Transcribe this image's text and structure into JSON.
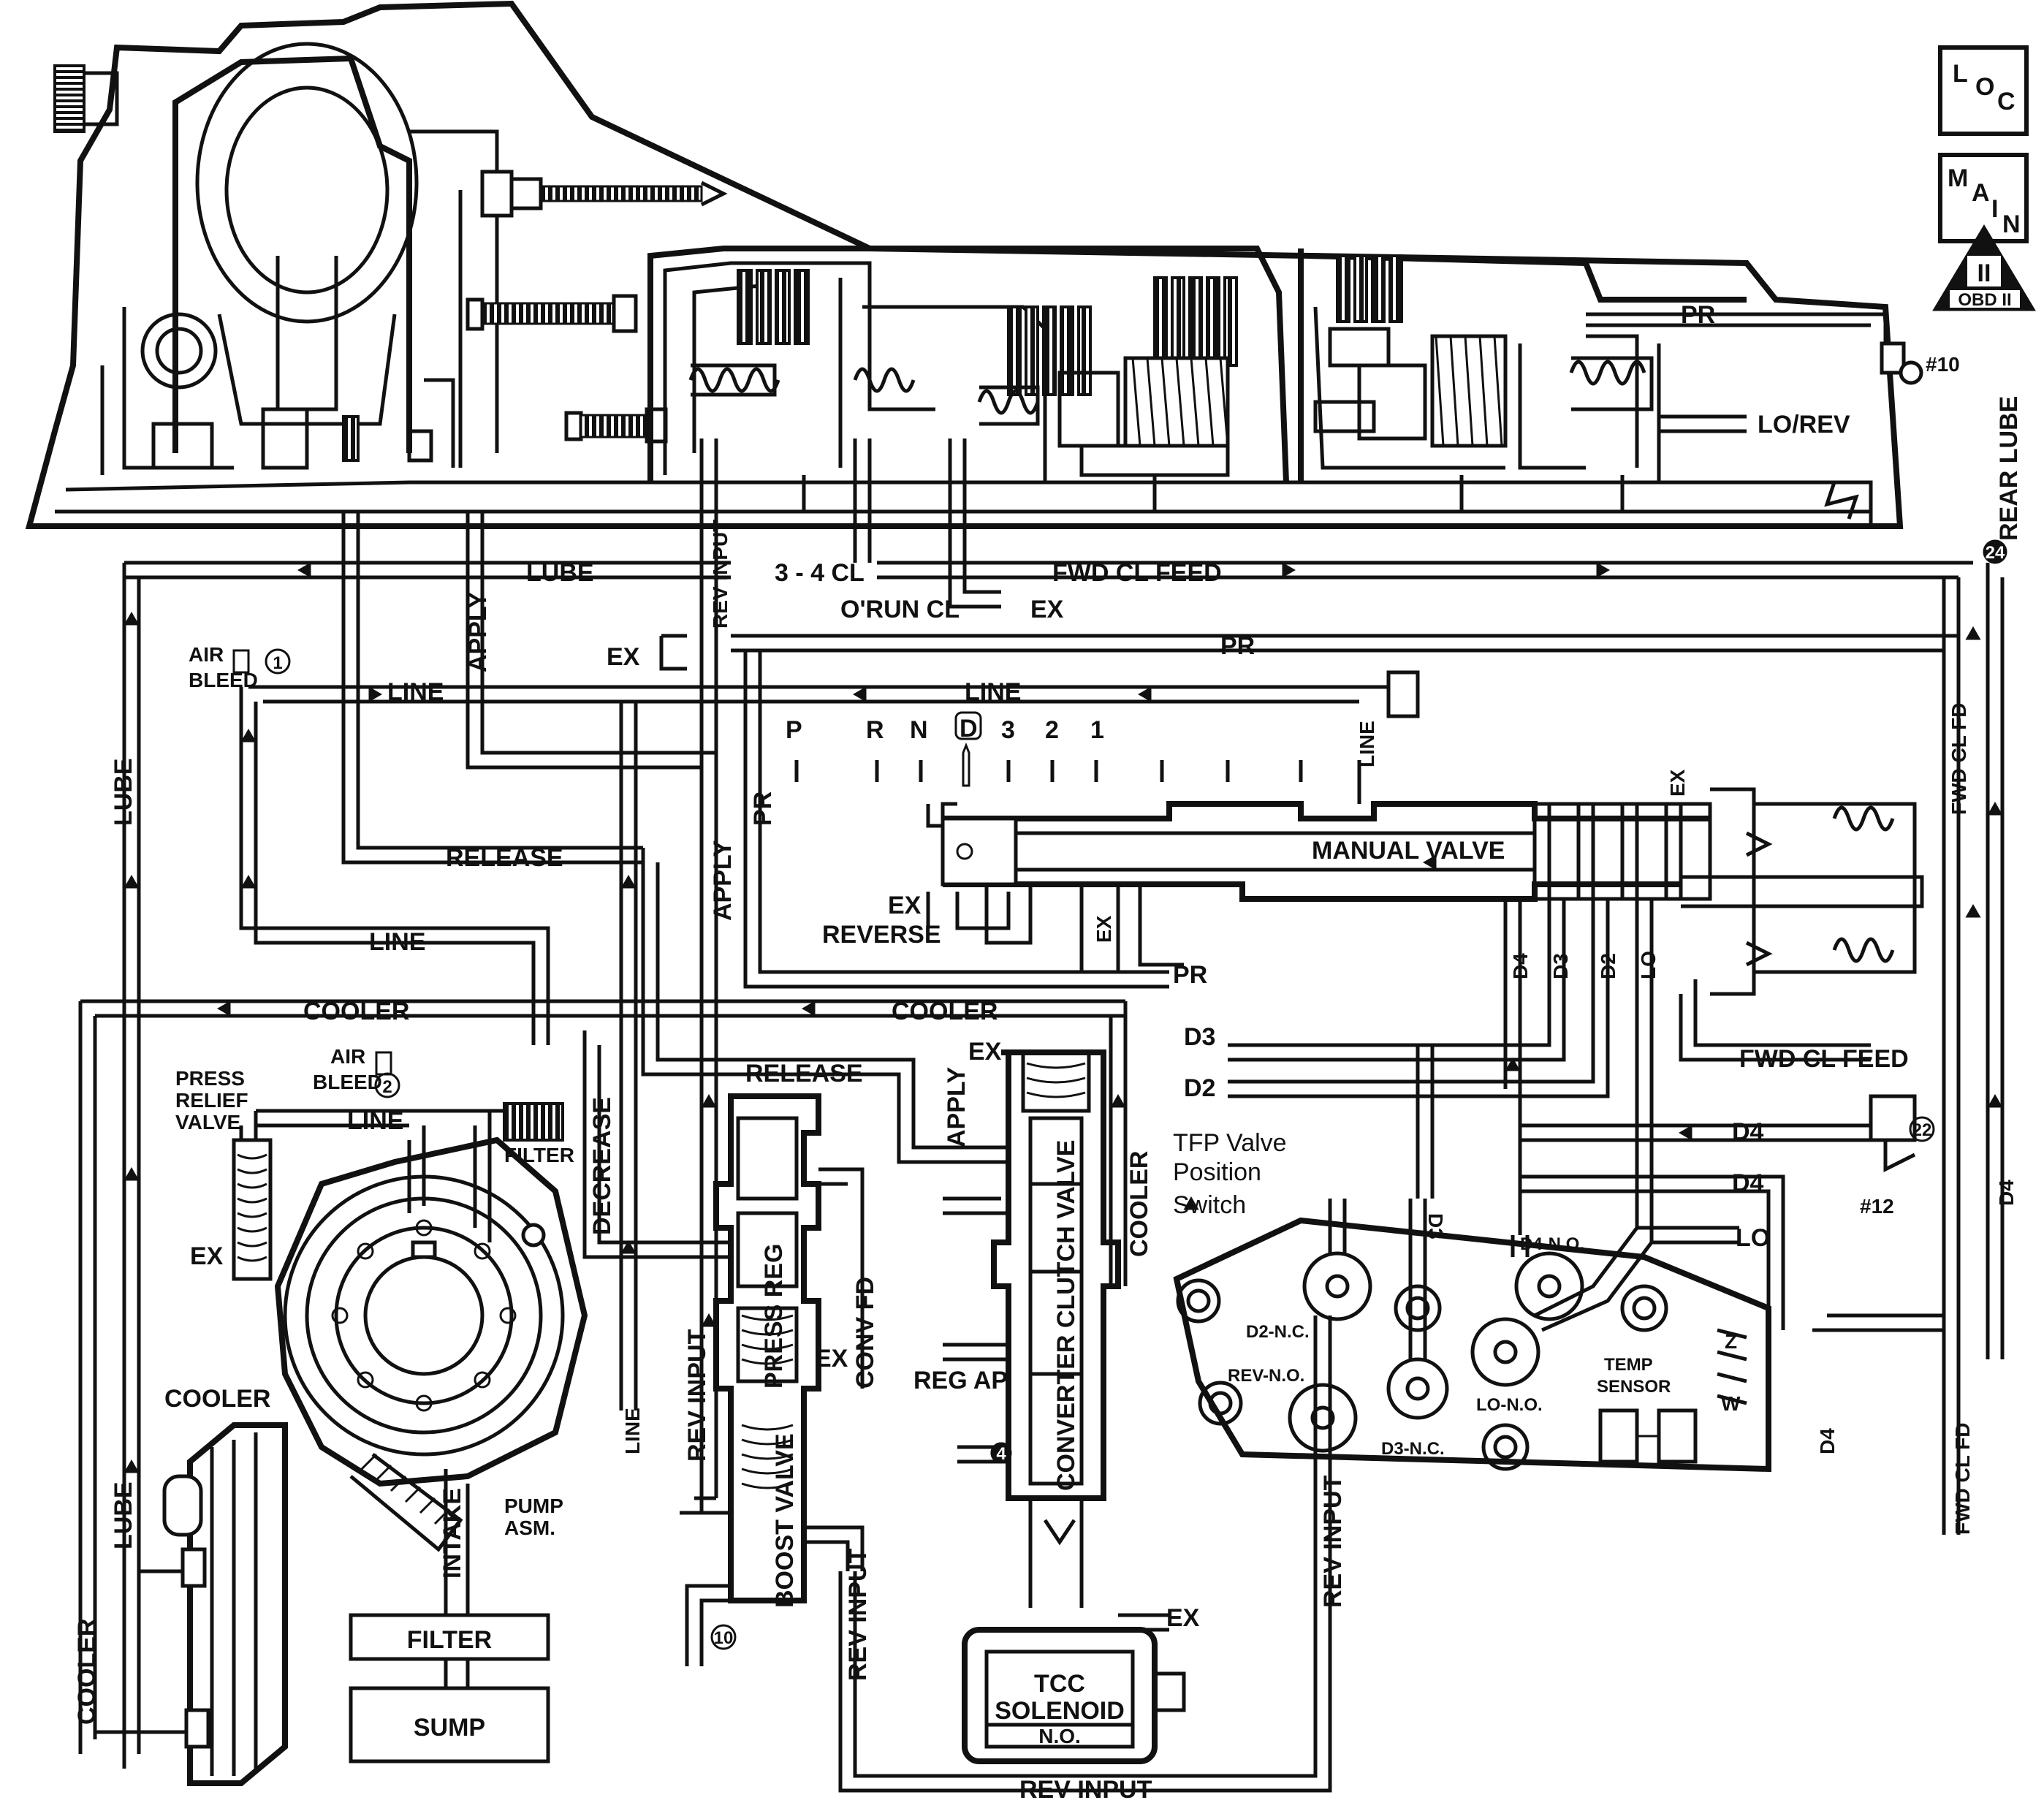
{
  "badges": {
    "loc": [
      "L",
      "O",
      "C"
    ],
    "main": [
      "M",
      "A",
      "I",
      "N"
    ],
    "obd_numeral": "II",
    "obd_text": "OBD II"
  },
  "labels": {
    "pr": "PR",
    "lo_rev": "LO/REV",
    "check10": "#10",
    "rear_lube": "REAR LUBE",
    "lube": "LUBE",
    "rev_input": "REV INPUT",
    "cl34": "3 - 4 CL",
    "fwd_cl_feed": "FWD CL FEED",
    "orun_cl": "O'RUN CL",
    "ex": "EX",
    "apply": "APPLY",
    "air_bleed": "AIR BLEED",
    "air_bleed_l1": "AIR",
    "air_bleed_l2": "BLEED",
    "line": "LINE",
    "release": "RELEASE",
    "manual_valve": "MANUAL VALVE",
    "reverse": "REVERSE",
    "cooler": "COOLER",
    "press_relief_l1": "PRESS",
    "press_relief_l2": "RELIEF",
    "press_relief_l3": "VALVE",
    "filter": "FILTER",
    "decrease": "DECREASE",
    "press_reg": "PRESS REG",
    "conv_fd": "CONV FD",
    "reg_ap": "REG AP",
    "converter_clutch_valve": "CONVERTER CLUTCH VALVE",
    "boost_valve": "BOOST VALVE",
    "intake": "INTAKE",
    "pump_l1": "PUMP",
    "pump_l2": "ASM.",
    "sump": "SUMP",
    "tcc_l1": "TCC",
    "tcc_l2": "SOLENOID",
    "no": "N.O.",
    "d4": "D4",
    "d3": "D3",
    "d2": "D2",
    "lo": "LO",
    "fwd_cl_fd": "FWD CL FD",
    "check12": "#12",
    "tfp_l1": "TFP Valve",
    "tfp_l2": "Position",
    "tfp_l3": "Switch",
    "d4_no": "D4-N.O.",
    "d2_nc": "D2-N.C.",
    "rev_no": "REV-N.O.",
    "d3_nc": "D3-N.C.",
    "lo_no": "LO-N.O.",
    "temp_l1": "TEMP",
    "temp_l2": "SENSOR",
    "circ1": "1",
    "circ2": "2",
    "circ4": "4",
    "circ10": "10",
    "circ22": "22",
    "circ24": "24",
    "z": "Z",
    "w": "W"
  },
  "prndl": [
    "P",
    "R",
    "N",
    "D",
    "3",
    "2",
    "1"
  ]
}
